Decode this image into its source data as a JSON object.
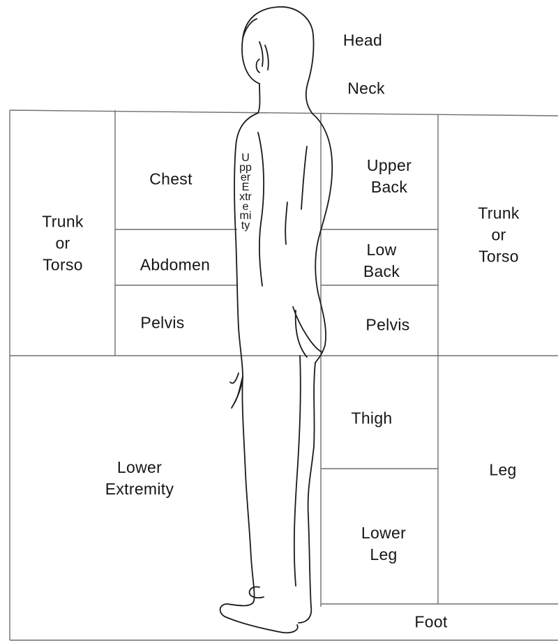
{
  "labels": {
    "head": "Head",
    "neck": "Neck",
    "trunk_left": "Trunk\nor\nTorso",
    "chest": "Chest",
    "abdomen": "Abdomen",
    "pelvis_front": "Pelvis",
    "upper_extremity": "UpperExtremity",
    "upper_back": "Upper\nBack",
    "low_back": "Low\nBack",
    "pelvis_back": "Pelvis",
    "trunk_right": "Trunk\nor\nTorso",
    "thigh": "Thigh",
    "lower_extremity": "Lower\nExtremity",
    "leg": "Leg",
    "lower_leg": "Lower\nLeg",
    "foot": "Foot"
  },
  "colors": {
    "line": "#6f6f6f",
    "figure": "#1a1a1a",
    "text": "#161616"
  }
}
